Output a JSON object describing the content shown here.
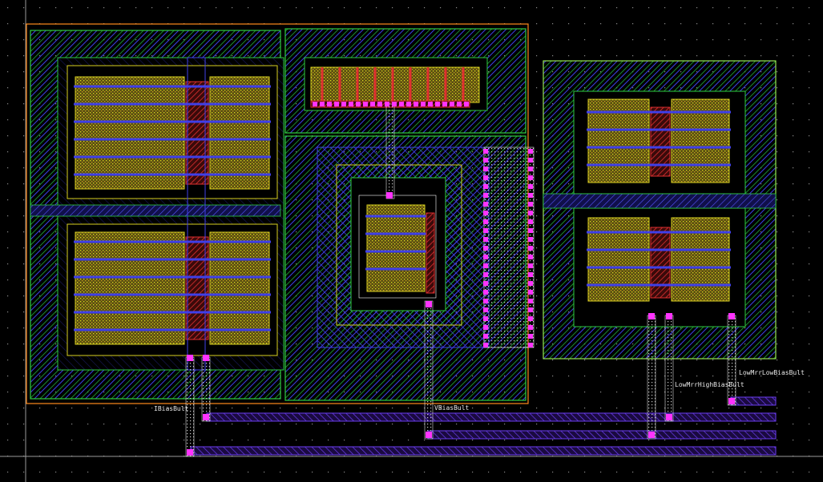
{
  "labels": {
    "ibias": "IBiasBult",
    "vbias": "VBiasBult",
    "low_mirror_high": "LowMrrHighBiasBult",
    "low_mirror_low": "LowMrrLowBiasBult"
  },
  "colors": {
    "background": "#000000",
    "grid_dot": "#8a8a8a",
    "boundary": "#ff8a1a",
    "nwell": "#2ecc40",
    "poly": "#e03030",
    "diffusion": "#d8d020",
    "metal1": "#3f3fe8",
    "metal2": "#6b3df0",
    "via": "#ff33ff",
    "highlight": "#ffff66",
    "outline": "#ffffff",
    "bus_stipple": "#c8c8c8"
  }
}
